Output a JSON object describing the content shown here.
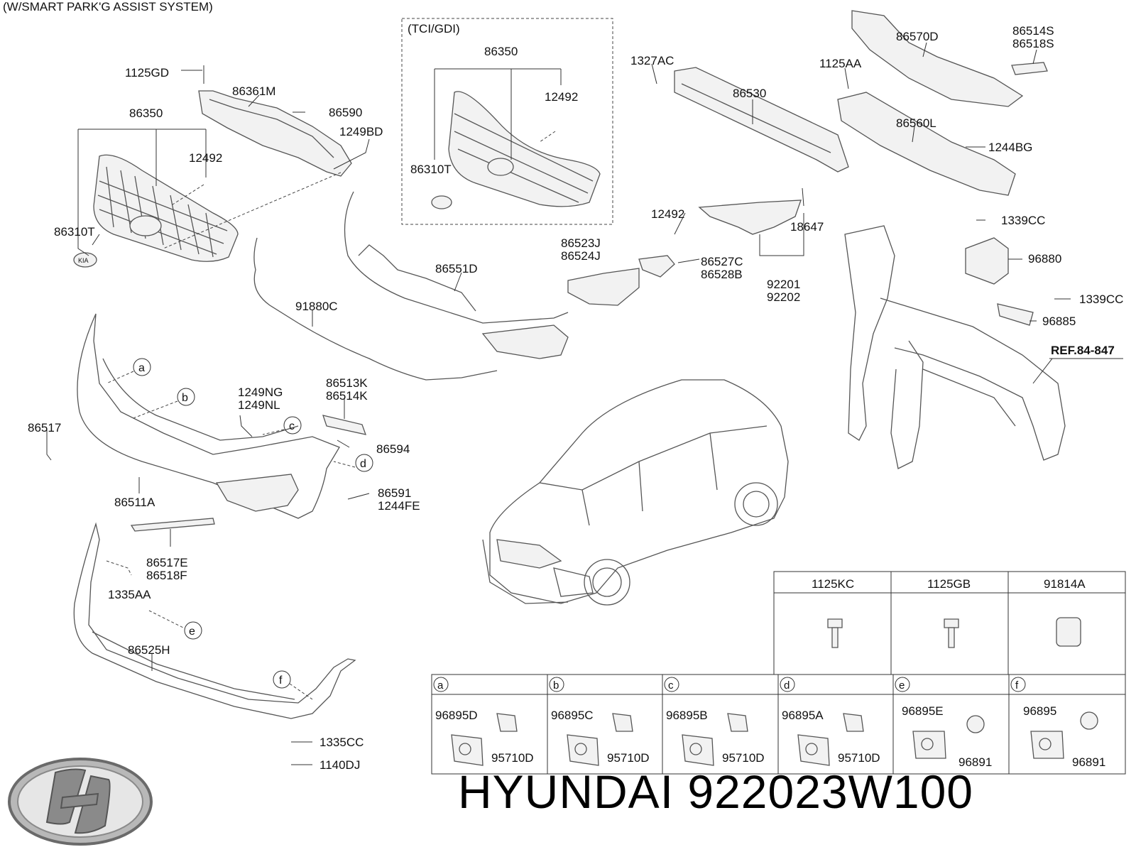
{
  "header": {
    "note": "(W/SMART PARK'G ASSIST SYSTEM)"
  },
  "inset": {
    "label": "(TCI/GDI)"
  },
  "callouts": [
    {
      "id": "c-1125gd",
      "text": "1125GD"
    },
    {
      "id": "c-86361m",
      "text": "86361M"
    },
    {
      "id": "c-86590",
      "text": "86590"
    },
    {
      "id": "c-1249bd",
      "text": "1249BD"
    },
    {
      "id": "c-86350-left",
      "text": "86350"
    },
    {
      "id": "c-12492-left",
      "text": "12492"
    },
    {
      "id": "c-86310t-left",
      "text": "86310T"
    },
    {
      "id": "c-86350-inset",
      "text": "86350"
    },
    {
      "id": "c-12492-inset",
      "text": "12492"
    },
    {
      "id": "c-86310t-inset",
      "text": "86310T"
    },
    {
      "id": "c-1327ac",
      "text": "1327AC"
    },
    {
      "id": "c-86530",
      "text": "86530"
    },
    {
      "id": "c-1125aa",
      "text": "1125AA"
    },
    {
      "id": "c-86570d",
      "text": "86570D"
    },
    {
      "id": "c-86514s",
      "text": "86514S"
    },
    {
      "id": "c-86518s",
      "text": "86518S"
    },
    {
      "id": "c-86560l",
      "text": "86560L"
    },
    {
      "id": "c-1244bg",
      "text": "1244BG"
    },
    {
      "id": "c-12492-mid",
      "text": "12492"
    },
    {
      "id": "c-18647",
      "text": "18647"
    },
    {
      "id": "c-86523j",
      "text": "86523J"
    },
    {
      "id": "c-86524j",
      "text": "86524J"
    },
    {
      "id": "c-86527c",
      "text": "86527C"
    },
    {
      "id": "c-86528b",
      "text": "86528B"
    },
    {
      "id": "c-92201",
      "text": "92201"
    },
    {
      "id": "c-92202",
      "text": "92202"
    },
    {
      "id": "c-86551d",
      "text": "86551D"
    },
    {
      "id": "c-91880c",
      "text": "91880C"
    },
    {
      "id": "c-1339cc-top",
      "text": "1339CC"
    },
    {
      "id": "c-96880",
      "text": "96880"
    },
    {
      "id": "c-1339cc-mid",
      "text": "1339CC"
    },
    {
      "id": "c-96885",
      "text": "96885"
    },
    {
      "id": "c-ref",
      "text": "REF.84-847"
    },
    {
      "id": "c-86513k",
      "text": "86513K"
    },
    {
      "id": "c-86514k",
      "text": "86514K"
    },
    {
      "id": "c-1249ng",
      "text": "1249NG"
    },
    {
      "id": "c-1249nl",
      "text": "1249NL"
    },
    {
      "id": "c-86517",
      "text": "86517"
    },
    {
      "id": "c-86594",
      "text": "86594"
    },
    {
      "id": "c-86591",
      "text": "86591"
    },
    {
      "id": "c-1244fe",
      "text": "1244FE"
    },
    {
      "id": "c-86511a",
      "text": "86511A"
    },
    {
      "id": "c-86517e",
      "text": "86517E"
    },
    {
      "id": "c-86518f",
      "text": "86518F"
    },
    {
      "id": "c-1335aa",
      "text": "1335AA"
    },
    {
      "id": "c-86525h",
      "text": "86525H"
    },
    {
      "id": "c-1335cc",
      "text": "1335CC"
    },
    {
      "id": "c-1140dj",
      "text": "1140DJ"
    }
  ],
  "markers": [
    "a",
    "b",
    "c",
    "d",
    "e",
    "f"
  ],
  "fastener_table": {
    "headers": [
      "1125KC",
      "1125GB",
      "91814A"
    ]
  },
  "sensor_table": {
    "cells": [
      {
        "marker": "a",
        "part": "96895D",
        "sub": "95710D"
      },
      {
        "marker": "b",
        "part": "96895C",
        "sub": "95710D"
      },
      {
        "marker": "c",
        "part": "96895B",
        "sub": "95710D"
      },
      {
        "marker": "d",
        "part": "96895A",
        "sub": "95710D"
      },
      {
        "marker": "e",
        "part": "96895E",
        "sub": "96891"
      },
      {
        "marker": "f",
        "part": "96895",
        "sub": "96891"
      }
    ]
  },
  "brand": {
    "title": "HYUNDAI 922023W100",
    "logo": "hyundai-logo"
  }
}
